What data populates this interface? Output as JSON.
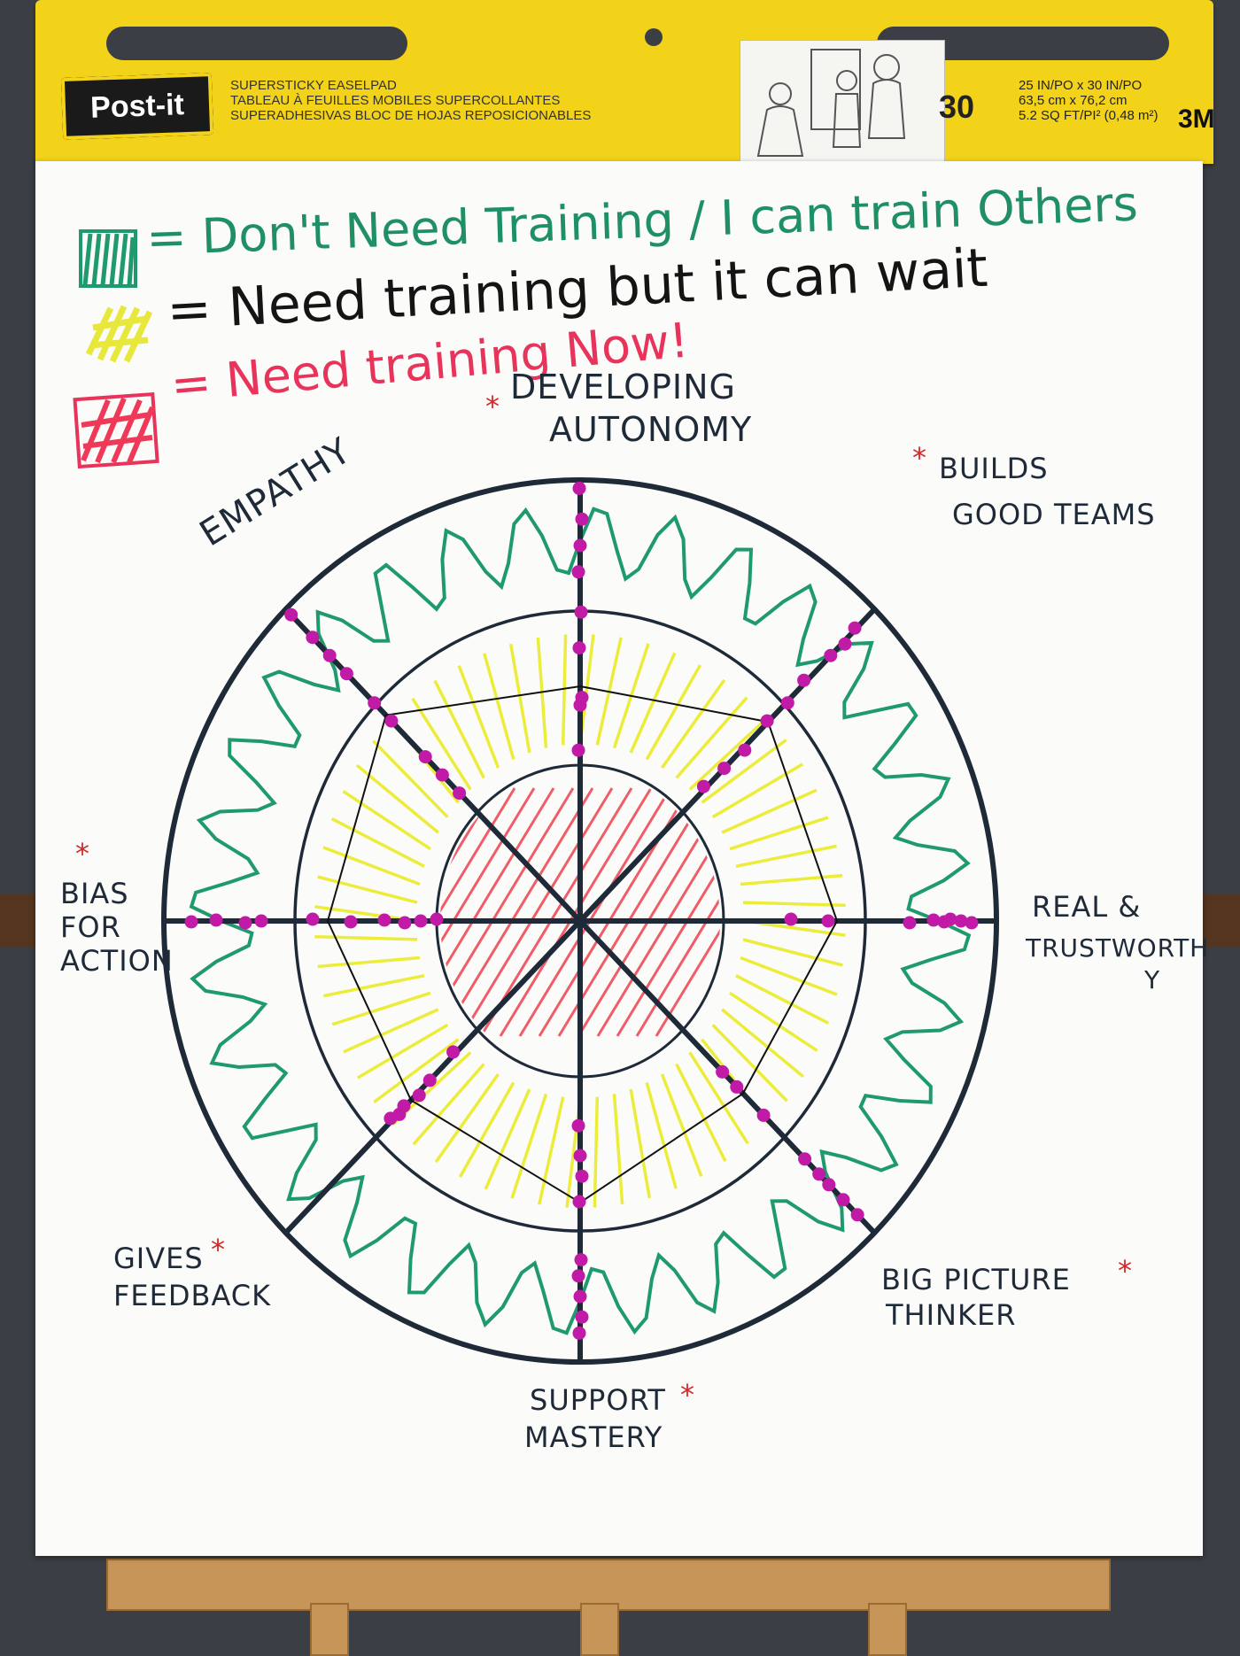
{
  "pad": {
    "brand": "Post-it",
    "line1": "SUPERSTICKY EASELPAD",
    "line2": "TABLEAU À FEUILLES MOBILES SUPERCOLLANTES",
    "line3": "SUPERADHESIVAS BLOC DE HOJAS REPOSICIONABLES",
    "count": "30",
    "dim1": "25 IN/PO x 30 IN/PO",
    "dim2": "63,5 cm x 76,2 cm",
    "dim3": "5.2 SQ FT/PI² (0,48 m²)",
    "maker": "3M"
  },
  "legend": [
    {
      "text": "= Don't Need Training / I can train Others",
      "color": "#1f8f64"
    },
    {
      "text": "= Need training but it can wait",
      "color": "#141414"
    },
    {
      "text": "= Need training Now!",
      "color": "#e8335a"
    }
  ],
  "labels": {
    "developing_autonomy_1": "DEVELOPING",
    "developing_autonomy_2": "AUTONOMY",
    "builds_good_teams_1": "BUILDS",
    "builds_good_teams_2": "GOOD TEAMS",
    "empathy": "EMPATHY",
    "bias_for_action_1": "BIAS",
    "bias_for_action_2": "FOR",
    "bias_for_action_3": "ACTION",
    "real_trustworthy_1": "REAL &",
    "real_trustworthy_2": "TRUSTWORTH",
    "real_trustworthy_3": "Y",
    "gives_feedback_1": "GIVES",
    "gives_feedback_2": "FEEDBACK",
    "big_picture_1": "BIG PICTURE",
    "big_picture_2": "THINKER",
    "support_mastery_1": "SUPPORT",
    "support_mastery_2": "MASTERY",
    "star": "*"
  },
  "colors": {
    "green": "#1f9a6e",
    "yellow": "#ecec3a",
    "red": "#ee4a56",
    "ink": "#1f2a38",
    "dot": "#c01aa6"
  }
}
